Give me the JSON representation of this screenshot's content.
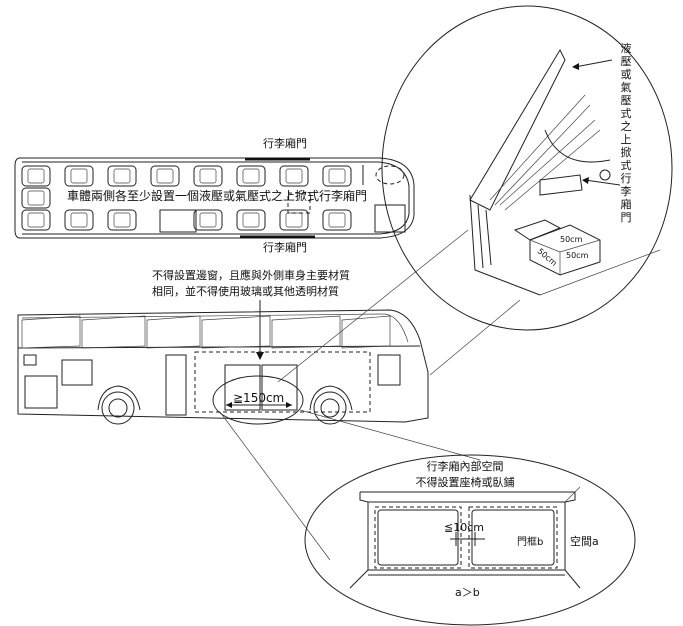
{
  "plan_view": {
    "door_label_top": "行李廂門",
    "door_label_bottom": "行李廂門",
    "requirement": "車體兩側各至少設置一個液壓或氣壓式之上掀式行李廂門"
  },
  "side_view": {
    "note_line1": "不得設置邊窗，且應與外側車身主要材質",
    "note_line2": "相同，並不得使用玻璃或其他透明材質",
    "door_width": "≧150cm"
  },
  "detail_door": {
    "label_chars": [
      "液",
      "壓",
      "或",
      "氣",
      "壓",
      "式",
      "之",
      "上",
      "掀",
      "式",
      "行",
      "李",
      "廂",
      "門"
    ],
    "box_top": "50cm",
    "box_side": "50cm",
    "box_front": "50cm"
  },
  "detail_interior": {
    "title_line1": "行李廂內部空間",
    "title_line2": "不得設置座椅或臥鋪",
    "gap": "≦10cm",
    "frame_label": "門框b",
    "space_label": "空間a",
    "relation": "a＞b"
  }
}
